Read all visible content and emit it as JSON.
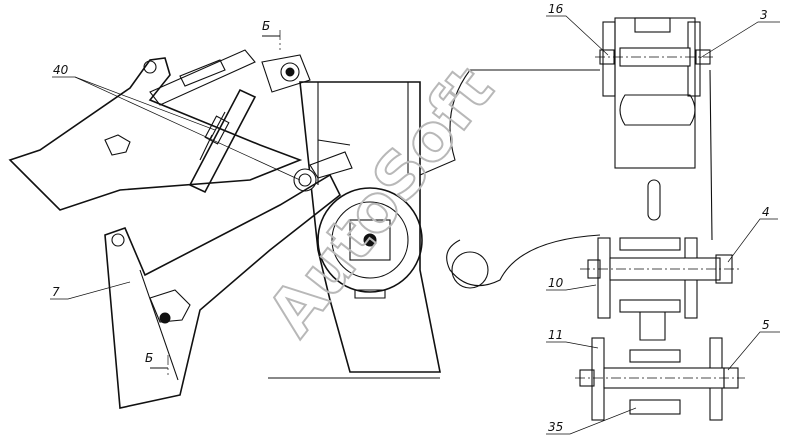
{
  "watermark": "AutoSoft",
  "watermark_color": "#b8b8b8",
  "line_color": "#111111",
  "section_mark": "Б",
  "callouts": {
    "c16": "16",
    "c3": "3",
    "c40": "40",
    "c4": "4",
    "c7": "7",
    "c10": "10",
    "c11": "11",
    "c5": "5",
    "c35": "35"
  }
}
